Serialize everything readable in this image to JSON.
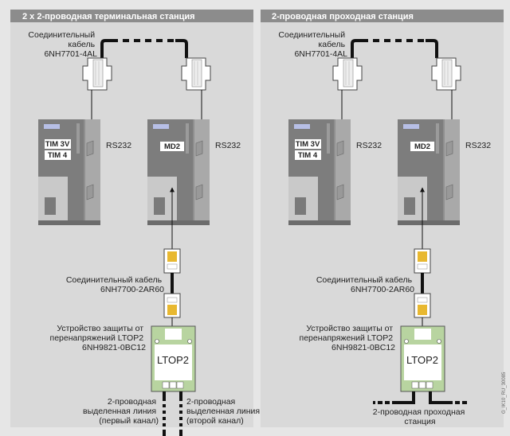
{
  "panels": [
    {
      "title": "2 x 2-проводная терминальная станция",
      "top_cable": [
        "Соединительный",
        "кабель",
        "6NH7701-4AL"
      ],
      "module_left": [
        "TIM 3V",
        "TIM 4"
      ],
      "module_right": "MD2",
      "port_left": "RS232",
      "port_right": "RS232",
      "mid_cable": [
        "Соединительный кабель",
        "6NH7700-2AR60"
      ],
      "protector": [
        "Устройство защиты от",
        "перенапряжений LTOP2",
        "6NH9821-0BC12"
      ],
      "protector_label": "LTOP2",
      "line_left": [
        "2-проводная",
        "выделенная линия",
        "(первый канал)"
      ],
      "line_right": [
        "2-проводная",
        "выделенная линия",
        "(второй канал)"
      ]
    },
    {
      "title": "2-проводная проходная станция",
      "top_cable": [
        "Соединительный",
        "кабель",
        "6NH7701-4AL"
      ],
      "module_left": [
        "TIM 3V",
        "TIM 4"
      ],
      "module_right": "MD2",
      "port_left": "RS232",
      "port_right": "RS232",
      "mid_cable": [
        "Соединительный кабель",
        "6NH7700-2AR60"
      ],
      "protector": [
        "Устройство защиты от",
        "перенапряжений LTOP2",
        "6NH9821-0BC12"
      ],
      "protector_label": "LTOP2",
      "line_through": [
        "2-проводная проходная",
        "станция"
      ]
    }
  ],
  "watermark": "G_IK10_RU_30085",
  "colors": {
    "panel": "#d9d9d9",
    "header": "#8c8c8c",
    "device": "#7a7a7a",
    "protector": "#b8d4a0",
    "rj45": "#e8b830"
  }
}
